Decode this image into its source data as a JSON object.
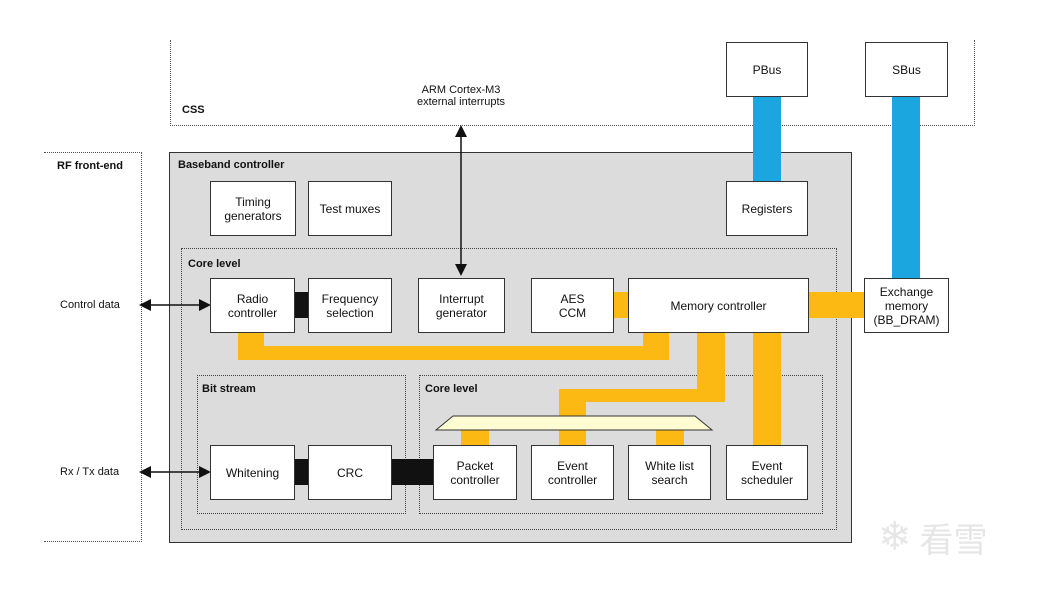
{
  "css_label": "CSS",
  "rf_frontend": "RF front-end",
  "arm_interrupts": "ARM Cortex-M3\nexternal interrupts",
  "control_data": "Control data",
  "rxtx_data": "Rx / Tx data",
  "baseband": "Baseband controller",
  "core_level_upper": "Core level",
  "bit_stream": "Bit stream",
  "core_level_lower": "Core level",
  "blocks": {
    "pbus": "PBus",
    "sbus": "SBus",
    "timing": "Timing\ngenerators",
    "test_muxes": "Test muxes",
    "registers": "Registers",
    "radio_ctrl": "Radio\ncontroller",
    "freq_sel": "Frequency\nselection",
    "interrupt_gen": "Interrupt\ngenerator",
    "aes_ccm": "AES\nCCM",
    "memory_ctrl": "Memory controller",
    "exchange_mem": "Exchange\nmemory\n(BB_DRAM)",
    "whitening": "Whitening",
    "crc": "CRC",
    "packet_ctrl": "Packet\ncontroller",
    "event_ctrl": "Event\ncontroller",
    "whitelist": "White list\nsearch",
    "event_sched": "Event\nscheduler"
  },
  "watermark": "看雪",
  "colors": {
    "orange_bus": "#FDB913",
    "blue_bus": "#1BA6E0",
    "region_fill": "#DCDCDC",
    "mux_fill": "#FFFBD2"
  }
}
